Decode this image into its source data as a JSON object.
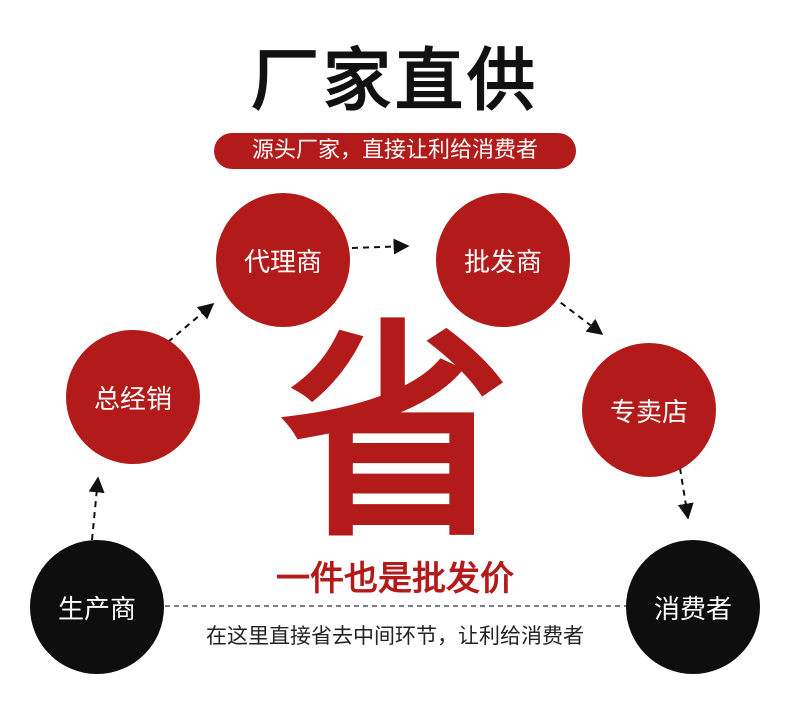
{
  "header": {
    "title": "厂家直供",
    "subtitle": "源头厂家，直接让利给消费者"
  },
  "nodes": {
    "producer": "生产商",
    "distributor_1": "总经销",
    "agent": "代理商",
    "wholesaler": "批发商",
    "store": "专卖店",
    "consumer": "消费者"
  },
  "center": {
    "big_char": "省",
    "slogan": "一件也是批发价",
    "note": "在这里直接省去中间环节，让利给消费者"
  },
  "colors": {
    "accent_red": "#b31b1b",
    "dark": "#0e0e0e"
  }
}
